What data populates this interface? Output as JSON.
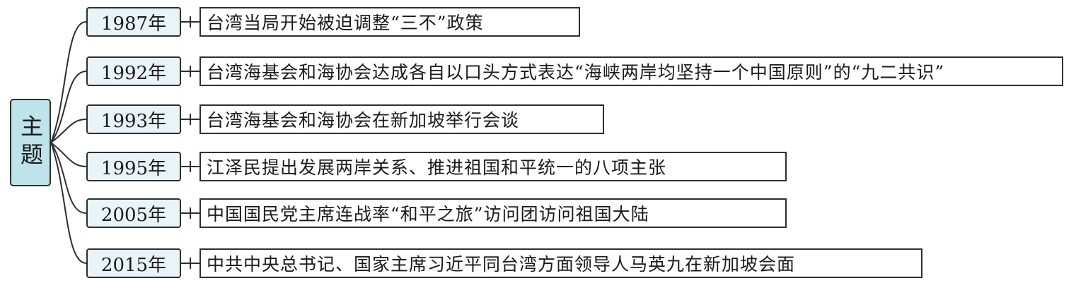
{
  "root": {
    "label": "主题"
  },
  "items": [
    {
      "year": "1987年",
      "event": "台湾当局开始被迫调整“三不”政策"
    },
    {
      "year": "1992年",
      "event": "台湾海基会和海协会达成各自以口头方式表达“海峡两岸均坚持一个中国原则”的“九二共识”"
    },
    {
      "year": "1993年",
      "event": "台湾海基会和海协会在新加坡举行会谈"
    },
    {
      "year": "1995年",
      "event": "江泽民提出发展两岸关系、推进祖国和平统一的八项主张"
    },
    {
      "year": "2005年",
      "event": "中国国民党主席连战率“和平之旅”访问团访问祖国大陆"
    },
    {
      "year": "2015年",
      "event": "中共中央总书记、国家主席习近平同台湾方面领导人马英九在新加坡会面"
    }
  ]
}
